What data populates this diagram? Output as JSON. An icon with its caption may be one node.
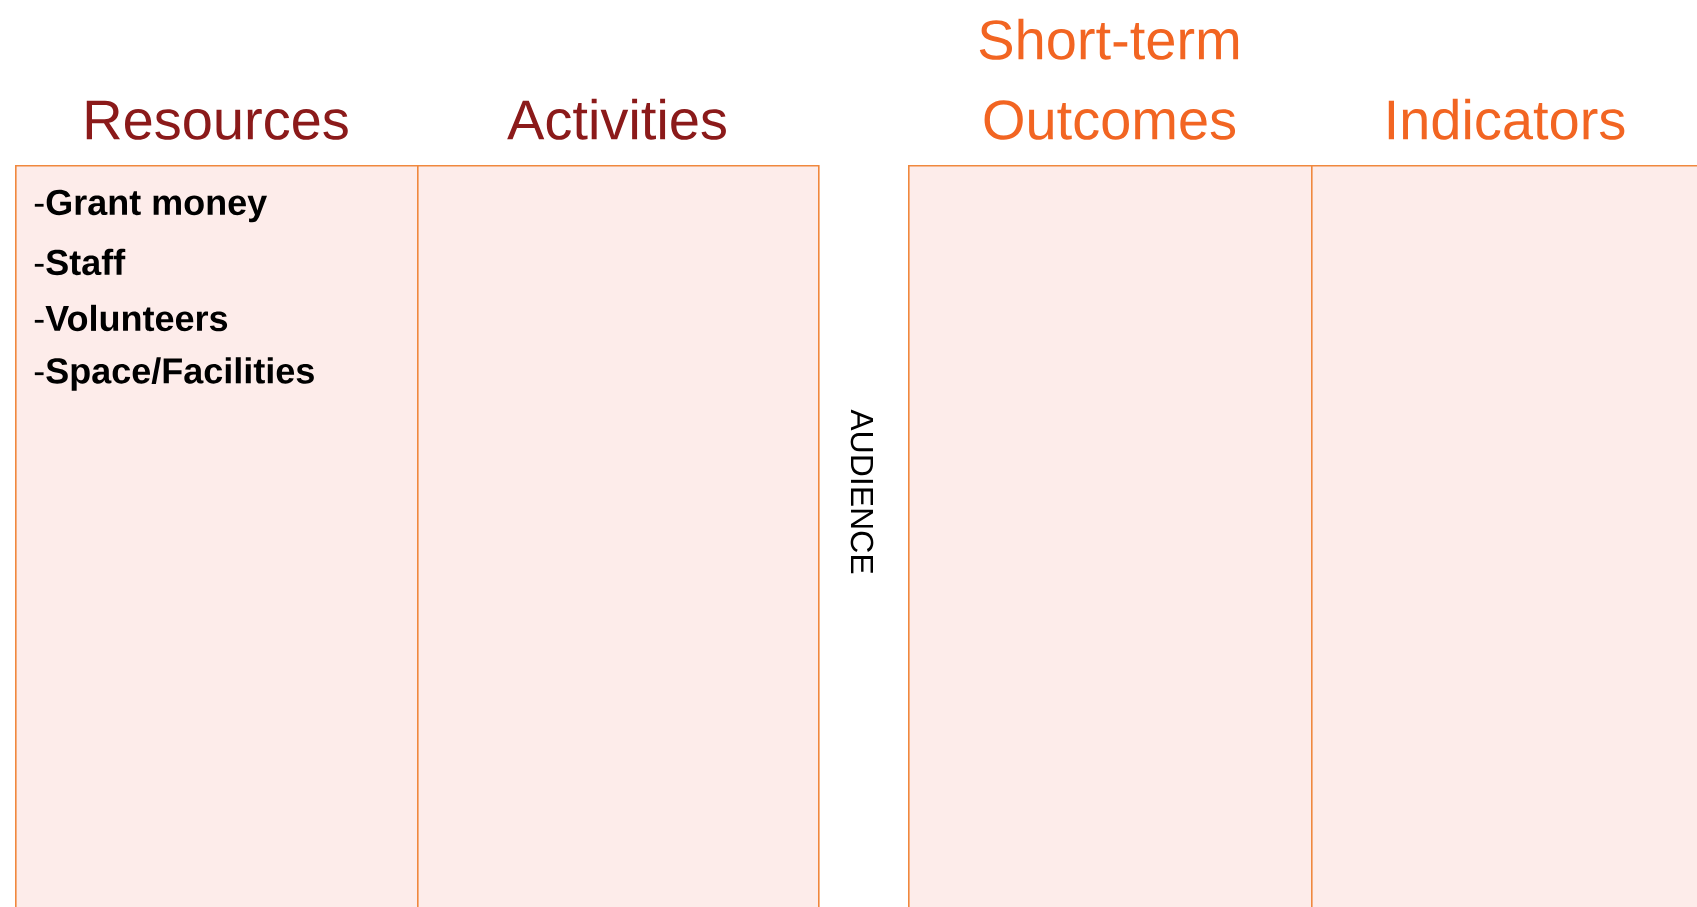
{
  "diagram": {
    "nodes": [
      {
        "text": [
          "Resources",
          "-**Grant money**",
          "-**Staff**",
          "-**Volunteers**",
          "-**Space/Facilities**"
        ]
      },
      {
        "text": [
          "Activities"
        ]
      },
      {
        "text": [
          "Short-term Outcomes"
        ]
      },
      {
        "text": [
          "Indicators"
        ]
      }
    ],
    "labels": [
      "AUDIENCE"
    ]
  }
}
